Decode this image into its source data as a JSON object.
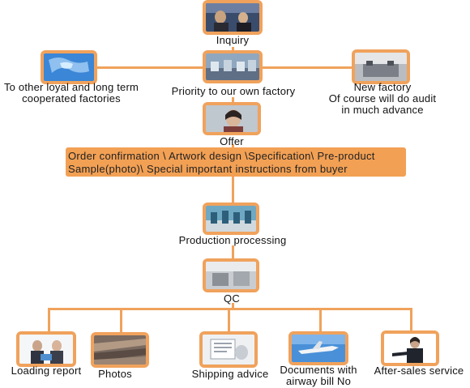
{
  "nodes": {
    "inquiry": {
      "label": "Inquiry"
    },
    "priority": {
      "label": "Priority to our own factory"
    },
    "other_factories": {
      "label_lines": [
        "To other loyal and long term",
        "cooperated factories"
      ]
    },
    "new_factory": {
      "label_lines": [
        "New factory",
        "Of course will do audit",
        "in much advance"
      ]
    },
    "offer": {
      "label": "Offer"
    },
    "order": {
      "label_lines": [
        "Order confirmation \\   Artwork design \\Specification\\ Pre-product",
        "Sample(photo)\\ Special important instructions from buyer"
      ]
    },
    "production": {
      "label": "Production  processing"
    },
    "qc": {
      "label": "QC"
    },
    "loading": {
      "label": "Loading report"
    },
    "photos": {
      "label": "Photos"
    },
    "shipping": {
      "label": "Shipping  advice"
    },
    "documents": {
      "label_lines": [
        "Documents with",
        "airway bill No"
      ]
    },
    "after_sales": {
      "label": "After-sales service"
    }
  },
  "colors": {
    "connector": "#f0a25c",
    "frame": "#f0a25c",
    "banner": "#f2a054"
  }
}
